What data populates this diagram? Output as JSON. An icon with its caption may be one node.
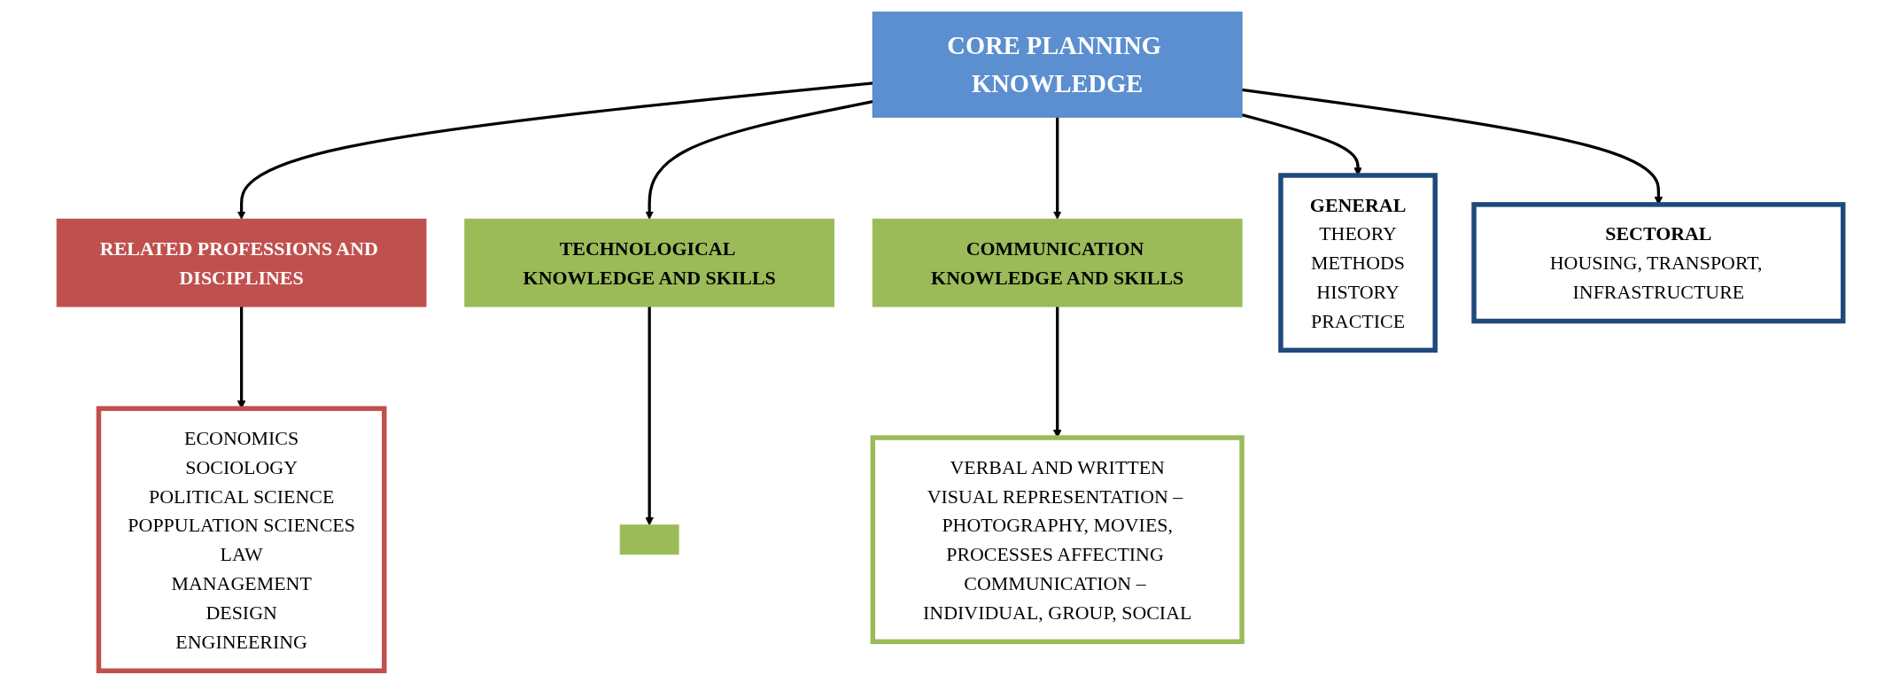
{
  "diagram": {
    "nodes": [
      {
        "text": [
          "ECONOMICS",
          "SOCIOLOGY",
          "POLITICAL SCIENCE",
          "POPPULATION SCIENCES",
          "LAW",
          "MANAGEMENT",
          "DESIGN",
          "ENGINEERING"
        ]
      },
      {
        "text": [
          "RELATED PROFESSIONS AND DISCIPLINES"
        ]
      },
      {
        "text": [
          "CORE PLANNING KNOWLEDGE"
        ]
      },
      {
        "text": [],
        "shape": "box"
      },
      {
        "text": [
          "TECHNOLOGICAL KNOWLEDGE AND SKILLS"
        ]
      },
      {
        "text": [
          "COMMUNICATION KNOWLEDGE AND SKILLS"
        ]
      },
      {
        "text": [
          "GENERAL",
          "THEORY",
          "METHODS",
          "HISTORY",
          "PRACTICE"
        ]
      },
      {
        "text": [
          "SECTORAL",
          "HOUSING, TRANSPORT, INFRASTRUCTURE"
        ]
      },
      {
        "text": [
          "VERBAL AND WRITTEN",
          "VISUAL REPRESENTATION – PHOTOGRAPHY, MOVIES,",
          "PROCESSES AFFECTING COMMUNICATION – INDIVIDUAL, GROUP, SOCIAL"
        ]
      }
    ],
    "edges": [
      {
        "from": 2,
        "to": 1,
        "arrow": "to"
      },
      {
        "from": 1,
        "to": 0,
        "arrow": "to"
      },
      {
        "from": 2,
        "to": 6,
        "arrow": "to"
      },
      {
        "from": 2,
        "to": 7,
        "arrow": "to"
      },
      {
        "from": 2,
        "to": 4,
        "arrow": "to"
      },
      {
        "from": 2,
        "to": 5,
        "arrow": "to"
      },
      {
        "from": 4,
        "to": 3,
        "arrow": "to"
      },
      {
        "from": 5,
        "to": 8,
        "arrow": "to"
      }
    ]
  }
}
